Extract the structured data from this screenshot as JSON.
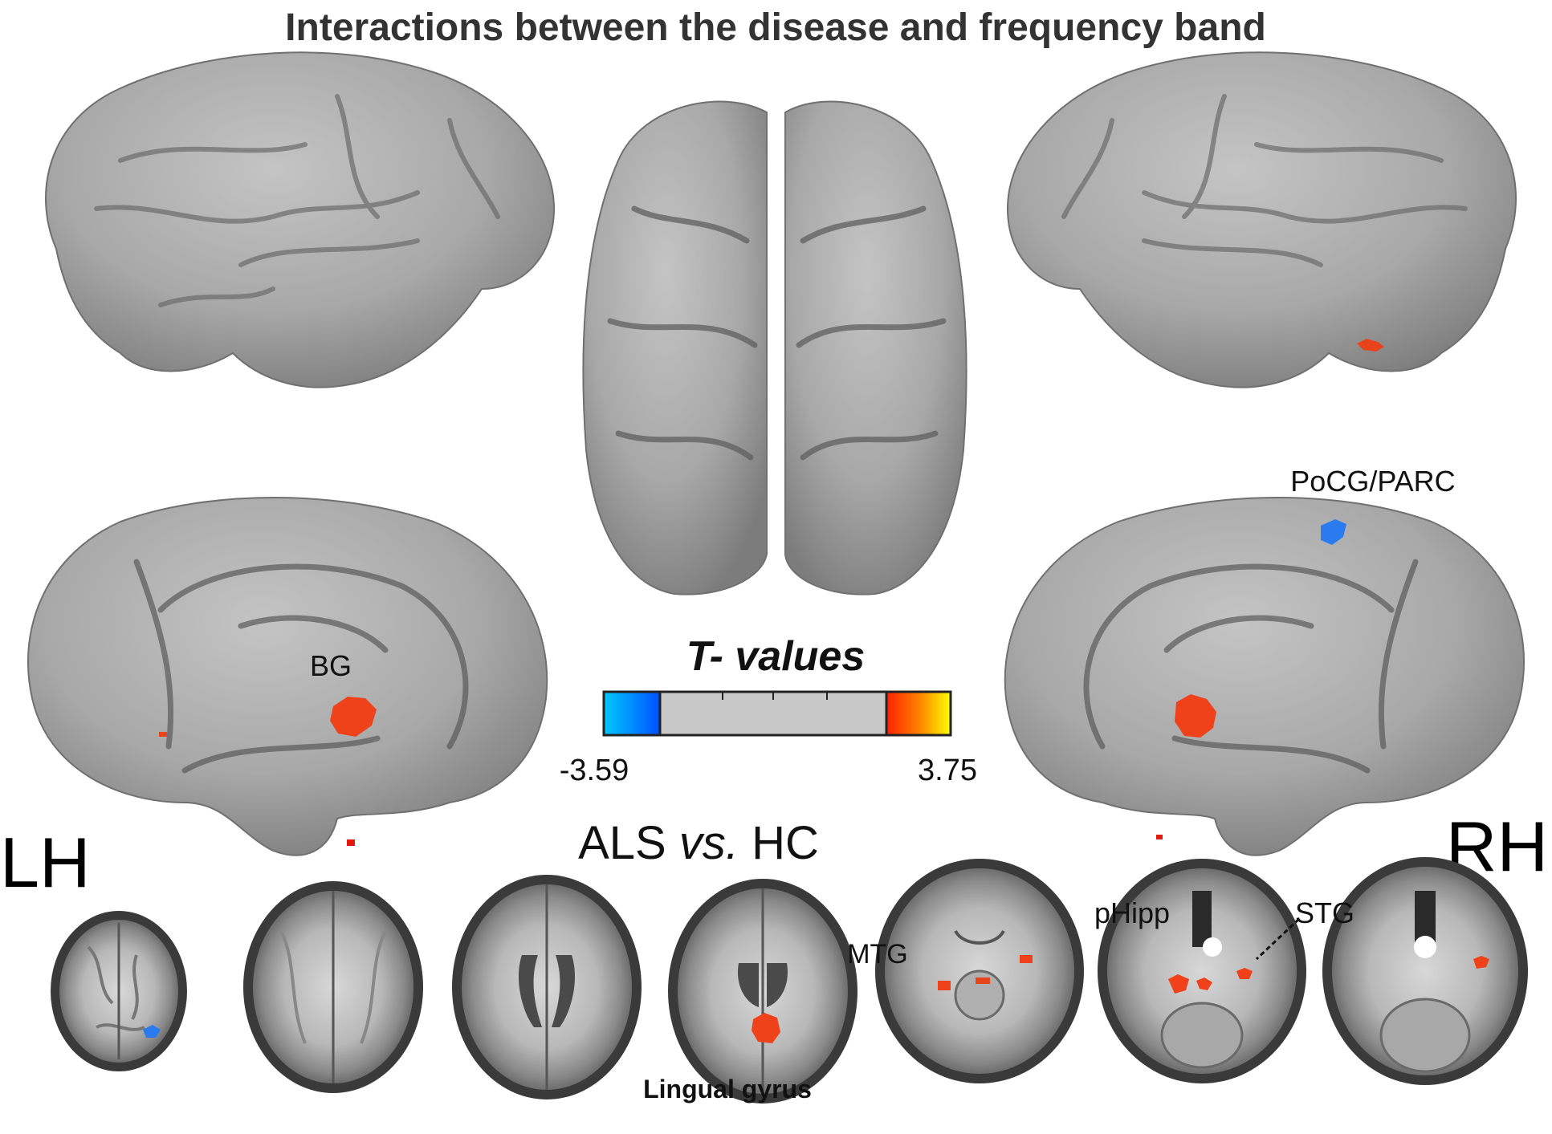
{
  "figure": {
    "title": "Interactions between the disease and frequency band",
    "comparison": {
      "prefix": "ALS ",
      "italic": "vs.",
      "suffix": " HC"
    },
    "hemisphere_left": "LH",
    "hemisphere_right": "RH"
  },
  "regions": {
    "bg": "BG",
    "pocg_parc": "PoCG/PARC",
    "mtg": "MTG",
    "phipp": "pHipp",
    "stg": "STG",
    "lingual": "Lingual gyrus"
  },
  "colorbar": {
    "title": "T- values",
    "min_label": "-3.59",
    "max_label": "3.75",
    "min": -3.59,
    "max": 3.75,
    "neg_colors": [
      "#00c8ff",
      "#0050ff"
    ],
    "pos_colors": [
      "#ff2000",
      "#ff8000",
      "#ffff00"
    ],
    "mid_color": "#c8c8c8"
  },
  "colors": {
    "cortex": "#a9a9a9",
    "positive_blob": "#f0421a",
    "negative_blob": "#2b7bf0"
  },
  "axial_slices": [
    {
      "name": "slice-1"
    },
    {
      "name": "slice-2"
    },
    {
      "name": "slice-3"
    },
    {
      "name": "slice-4"
    },
    {
      "name": "slice-5"
    },
    {
      "name": "slice-6"
    },
    {
      "name": "slice-7"
    }
  ]
}
